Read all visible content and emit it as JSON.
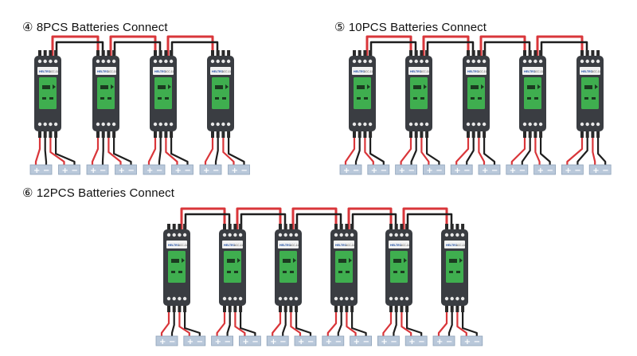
{
  "titles": {
    "diagram_1": "④ 8PCS Batteries Connect",
    "diagram_2": "⑤ 10PCS Batteries Connect",
    "diagram_3": "⑥ 12PCS Batteries Connect"
  },
  "device": {
    "brand": "HELTEC",
    "model": "ACC-11",
    "battery_terminal_plus": "+",
    "battery_terminal_minus": "−"
  },
  "diagrams": [
    {
      "id": "diagram-8pcs",
      "batteries": 8,
      "balancers": 4
    },
    {
      "id": "diagram-10pcs",
      "batteries": 10,
      "balancers": 5
    },
    {
      "id": "diagram-12pcs",
      "batteries": 12,
      "balancers": 6
    }
  ],
  "colors": {
    "positive_wire": "#d9363a",
    "negative_wire": "#1e1e1e",
    "device_body": "#3a3d42",
    "screen": "#3fae4f",
    "battery": "#b9c8da"
  }
}
